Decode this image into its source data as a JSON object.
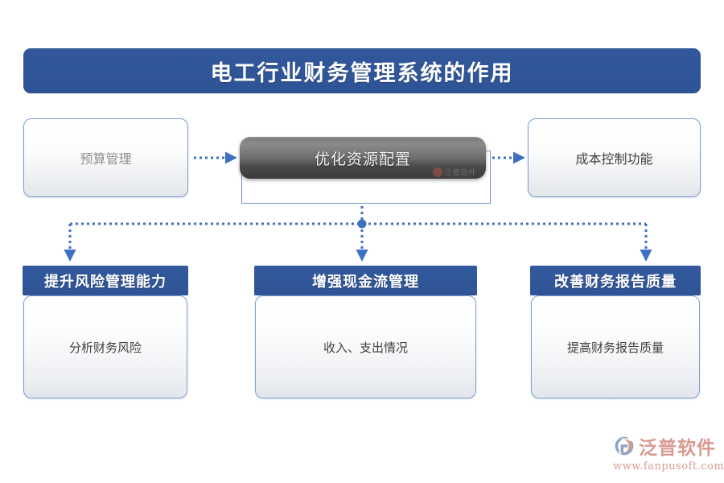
{
  "title": {
    "text": "电工行业财务管理系统的作用"
  },
  "colors": {
    "accent_blue": "#2f5597",
    "border_blue": "#7c9fd4",
    "connector_blue": "#3f6fc0",
    "capsule_dark": "#4a4a4a",
    "logo_salmon": "#d89a90",
    "background": "#ffffff"
  },
  "row_middle": {
    "left_box": {
      "label": "预算管理"
    },
    "center_box": {
      "label": "优化资源配置",
      "watermark": "泛普软件"
    },
    "right_box": {
      "label": "成本控制功能"
    }
  },
  "row_bottom": {
    "groups": [
      {
        "header": "提升风险管理能力",
        "body": "分析财务风险"
      },
      {
        "header": "增强现金流管理",
        "body": "收入、支出情况"
      },
      {
        "header": "改善财务报告质量",
        "body": "提高财务报告质量"
      }
    ]
  },
  "connectors": [
    {
      "name": "budget-to-center",
      "style": "dotted-arrow",
      "direction": "right"
    },
    {
      "name": "center-to-cost",
      "style": "dotted-arrow",
      "direction": "right"
    },
    {
      "name": "center-to-risk",
      "style": "dotted-arrow",
      "direction": "down"
    },
    {
      "name": "center-to-cash",
      "style": "dotted-arrow",
      "direction": "down"
    },
    {
      "name": "center-to-report",
      "style": "dotted-arrow",
      "direction": "down"
    }
  ],
  "logo": {
    "name": "泛普软件",
    "url": "www.fanpusoft.com"
  }
}
